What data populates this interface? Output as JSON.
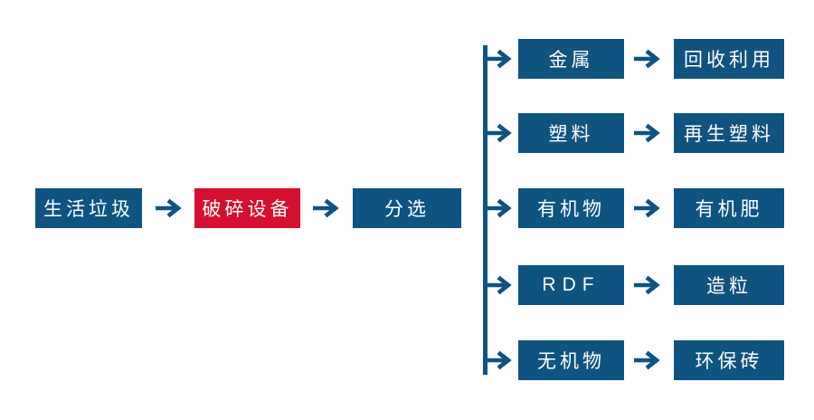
{
  "colors": {
    "node-blue": "#0f5380",
    "node-red": "#d50f2f",
    "arrow": "#0f5380",
    "text": "#ffffff",
    "background": "#ffffff"
  },
  "diagram": {
    "type": "flowchart",
    "main_flow": [
      {
        "label": "生活垃圾"
      },
      {
        "label": "破碎设备"
      },
      {
        "label": "分选"
      }
    ],
    "branches": [
      {
        "source": "金属",
        "result": "回收利用"
      },
      {
        "source": "塑料",
        "result": "再生塑料"
      },
      {
        "source": "有机物",
        "result": "有机肥"
      },
      {
        "source": "RDF",
        "result": "造粒"
      },
      {
        "source": "无机物",
        "result": "环保砖"
      }
    ]
  }
}
